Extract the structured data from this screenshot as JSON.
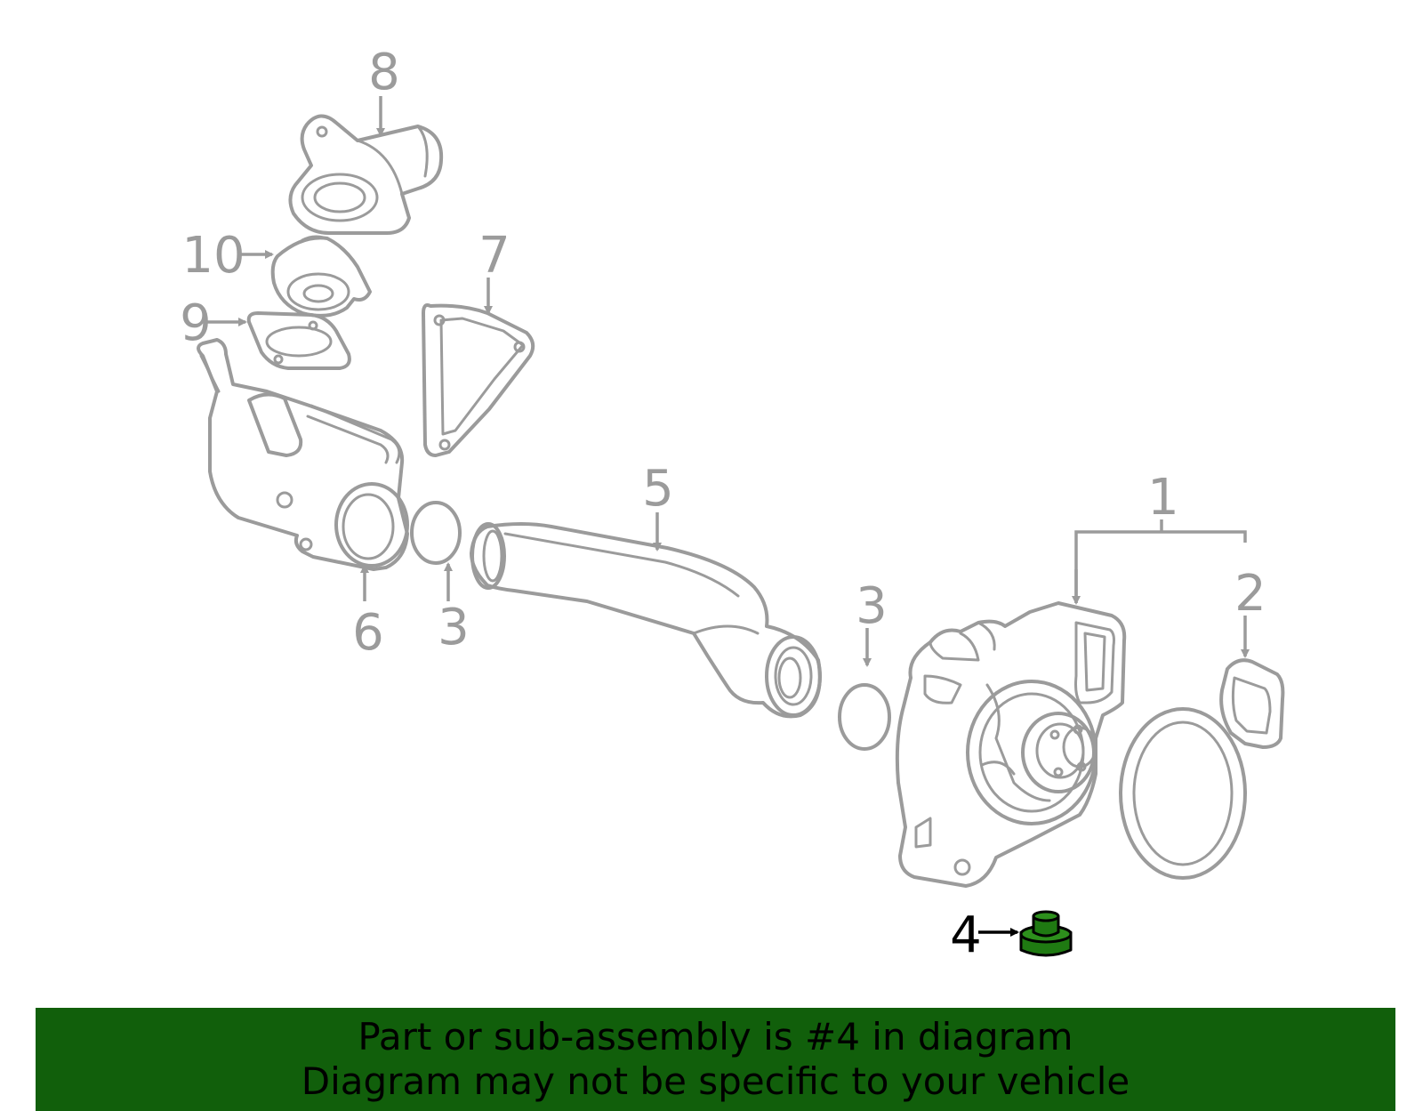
{
  "callouts": {
    "c1": "1",
    "c2": "2",
    "c3a": "3",
    "c3b": "3",
    "c4": "4",
    "c5": "5",
    "c6": "6",
    "c7": "7",
    "c8": "8",
    "c9": "9",
    "c10": "10"
  },
  "highlight_part": "4",
  "colors": {
    "line_art": "#9b9b9b",
    "highlight_fill": "#1f7a12",
    "banner_bg": "#115f0b",
    "banner_text": "#000000"
  },
  "banner": {
    "line1": "Part or sub-assembly is #4 in diagram",
    "line2": "Diagram may not be specific to your vehicle"
  }
}
